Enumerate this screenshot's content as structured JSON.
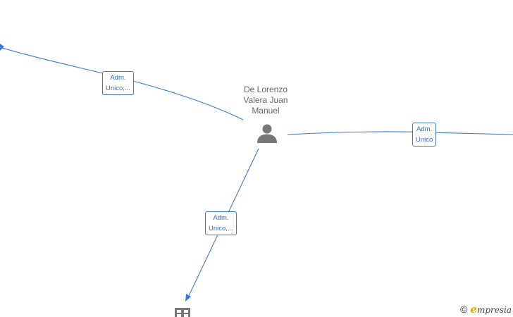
{
  "person": {
    "name_lines": [
      "De Lorenzo",
      "Valera Juan",
      "Manuel"
    ]
  },
  "edges": [
    {
      "label_lines": [
        "Adm.",
        "Unico,..."
      ]
    },
    {
      "label_lines": [
        "Adm.",
        "Unico"
      ]
    },
    {
      "label_lines": [
        "Adm.",
        "Unico,..."
      ]
    }
  ],
  "watermark": {
    "copyright": "©",
    "brand_initial": "e",
    "brand_rest": "mpresia"
  }
}
